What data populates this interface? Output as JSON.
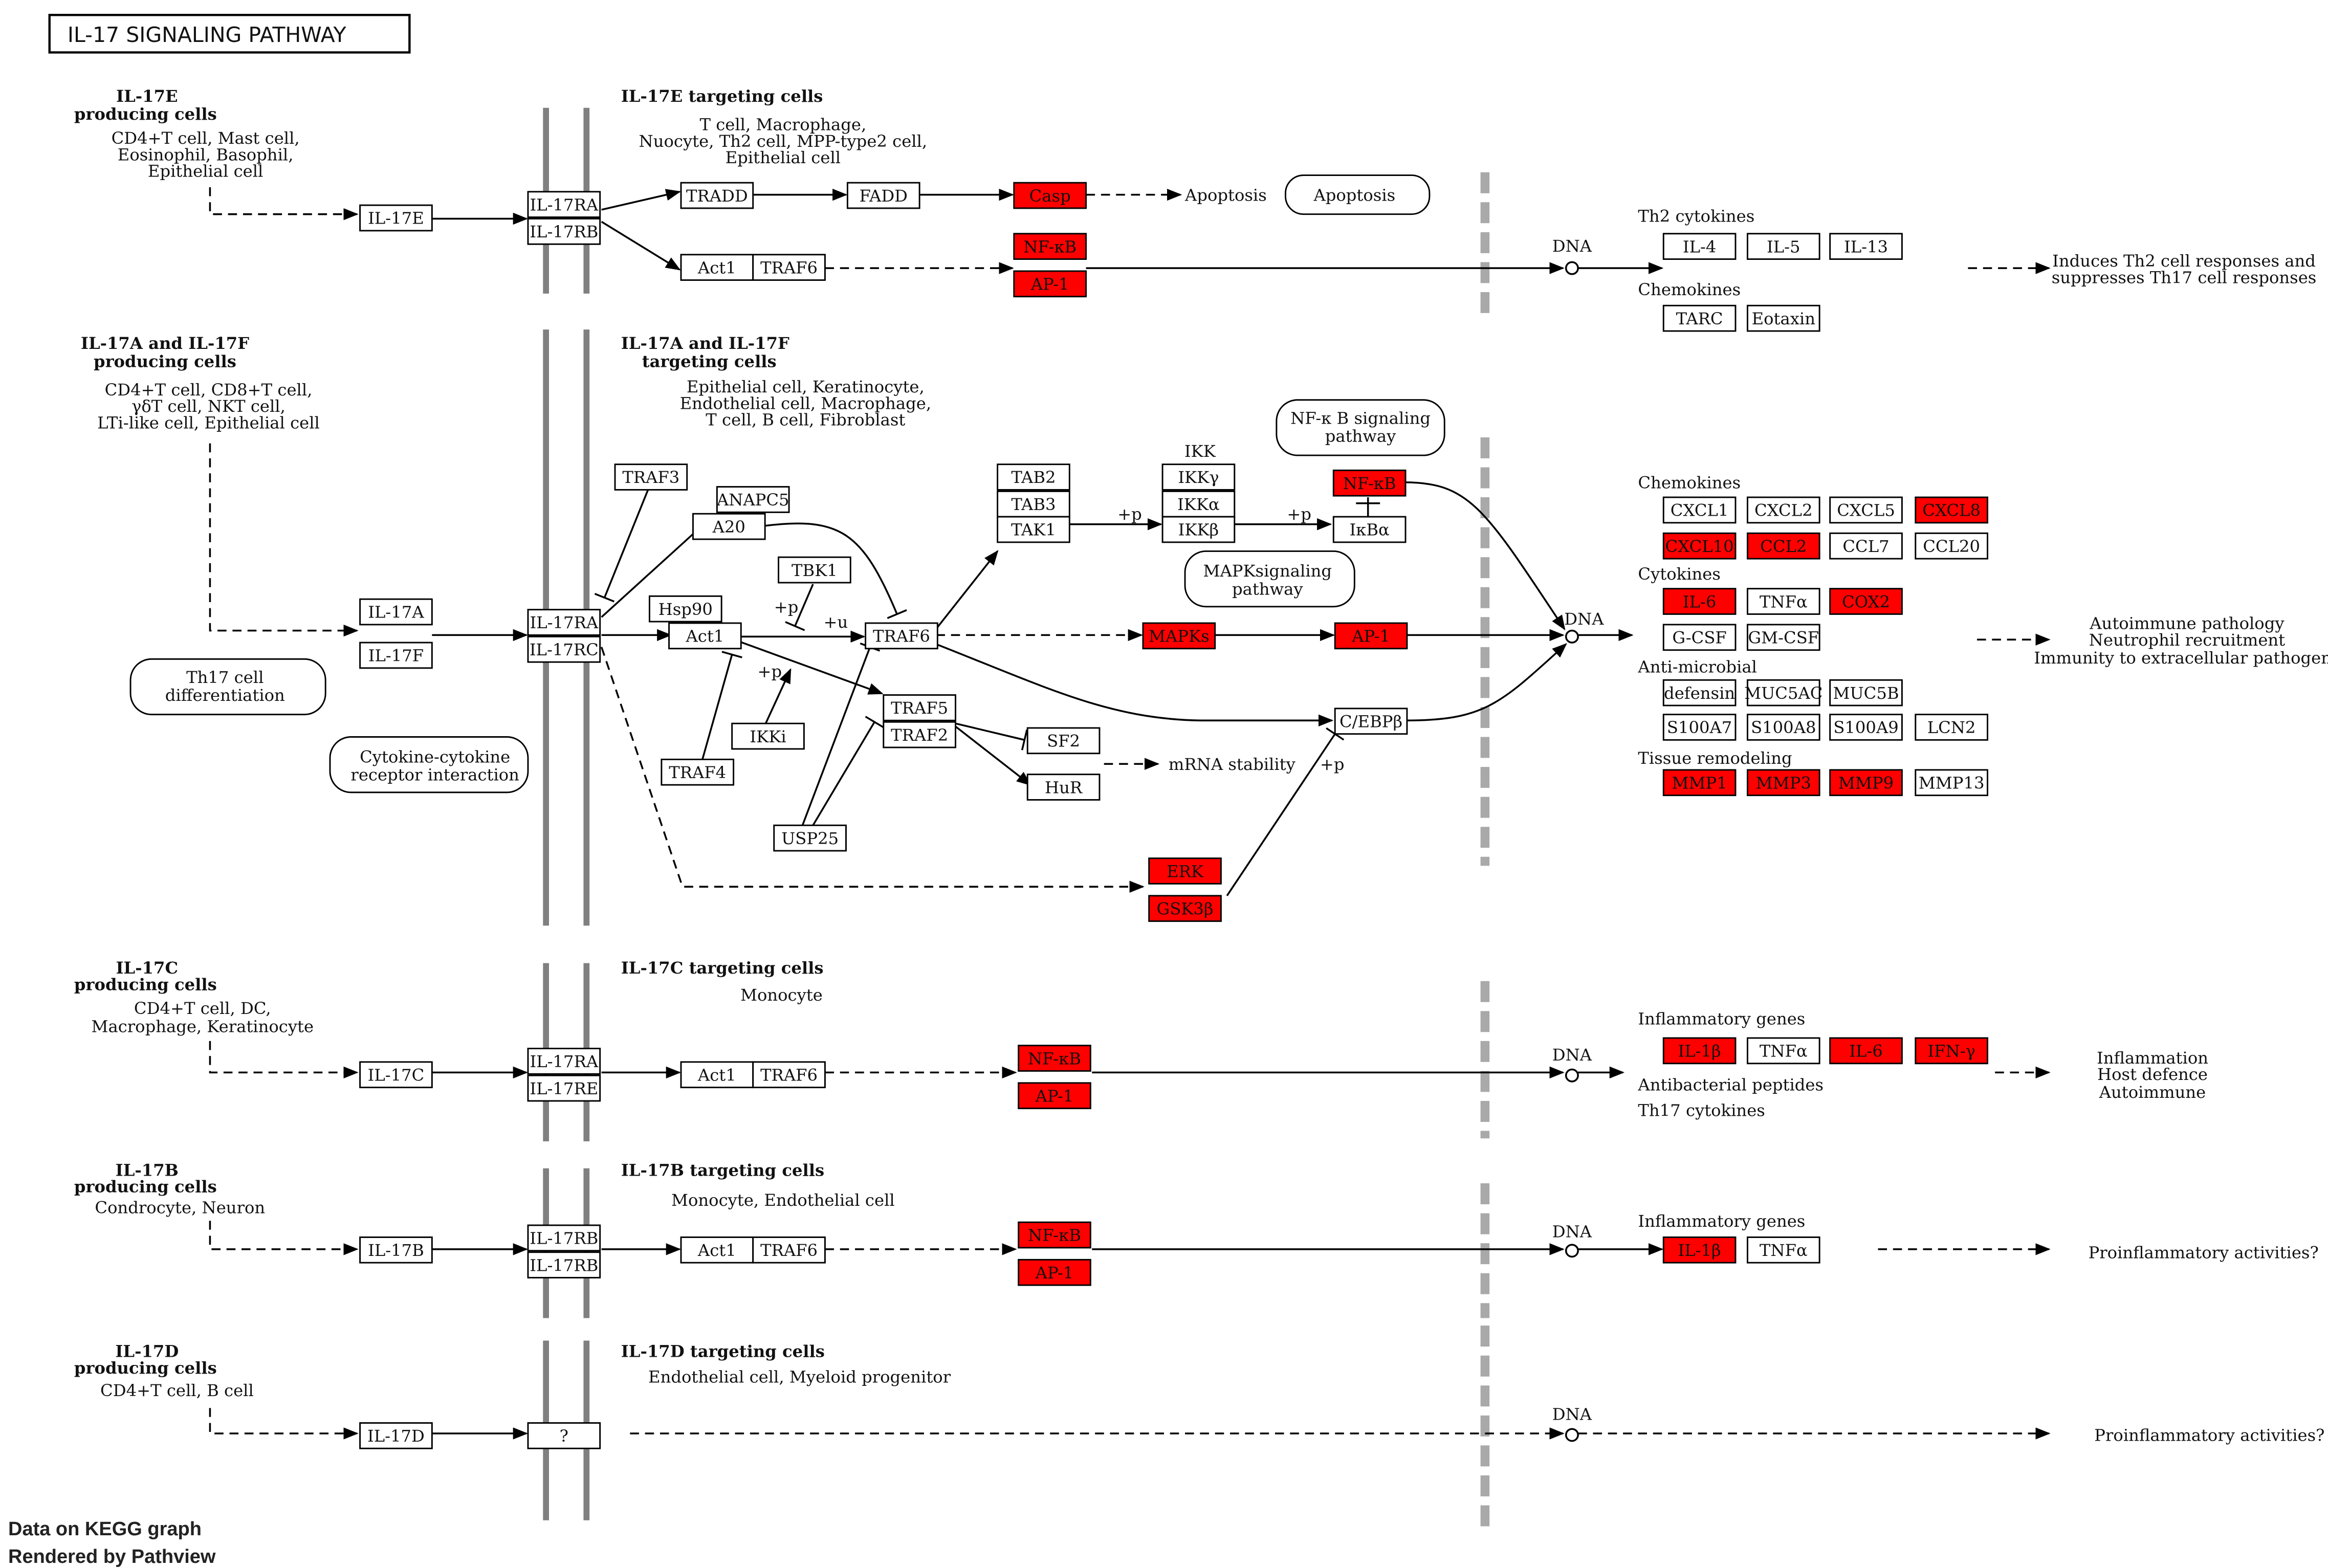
{
  "title": "IL-17 SIGNALING PATHWAY",
  "footer": {
    "line1": "Data on KEGG graph",
    "line2": "Rendered by Pathview"
  },
  "colors": {
    "highlight": "#ff0000",
    "box_border": "#000000",
    "membrane": "#808080",
    "dashed_divider": "#a9a9a9"
  },
  "labels": {
    "e_prod_h1": "IL-17E",
    "e_prod_h2": "producing cells",
    "e_prod_1": "CD4+T cell, Mast cell,",
    "e_prod_2": "Eosinophil, Basophil,",
    "e_prod_3": "Epithelial cell",
    "e_tgt_h": "IL-17E targeting cells",
    "e_tgt_1": "T cell, Macrophage,",
    "e_tgt_2": "Nuocyte, Th2 cell, MPP-type2 cell,",
    "e_tgt_3": "Epithelial cell",
    "af_prod_h1": "IL-17A and IL-17F",
    "af_prod_h2": "producing cells",
    "af_prod_1": "CD4+T cell, CD8+T cell,",
    "af_prod_2": "γδT cell, NKT cell,",
    "af_prod_3": "LTi-like cell, Epithelial cell",
    "af_tgt_h1": "IL-17A and IL-17F",
    "af_tgt_h2": "targeting cells",
    "af_tgt_1": "Epithelial cell, Keratinocyte,",
    "af_tgt_2": "Endothelial cell, Macrophage,",
    "af_tgt_3": "T cell, B cell, Fibroblast",
    "c_prod_h1": "IL-17C",
    "c_prod_h2": "producing cells",
    "c_prod_1": "CD4+T cell, DC,",
    "c_prod_2": "Macrophage, Keratinocyte",
    "c_tgt_h": "IL-17C targeting cells",
    "c_tgt_1": "Monocyte",
    "b_prod_h1": "IL-17B",
    "b_prod_h2": "producing cells",
    "b_prod_1": "Condrocyte, Neuron",
    "b_tgt_h": "IL-17B targeting cells",
    "b_tgt_1": "Monocyte, Endothelial cell",
    "d_prod_h1": "IL-17D",
    "d_prod_h2": "producing cells",
    "d_prod_1": "CD4+T cell, B cell",
    "d_tgt_h": "IL-17D targeting cells",
    "d_tgt_1": "Endothelial cell, Myeloid progenitor",
    "apoptosis": "Apoptosis",
    "dna": "DNA",
    "th2_cytokines": "Th2 cytokines",
    "chemokines": "Chemokines",
    "cytokines": "Cytokines",
    "anti_microbial": "Anti-microbial",
    "tissue_remodeling": "Tissue remodeling",
    "inflammatory_genes": "Inflammatory genes",
    "antibacterial": "Antibacterial peptides",
    "th17_cytokines": "Th17 cytokines",
    "th2_out_1": "Induces Th2 cell responses and",
    "th2_out_2": "suppresses Th17 cell responses",
    "auto_1": "Autoimmune pathology",
    "auto_2": "Neutrophil recruitment",
    "auto_3": "Immunity to extracellular pathogens",
    "infl_1": "Inflammation",
    "infl_2": "Host defence",
    "infl_3": "Autoimmune",
    "proinf": "Proinflammatory activities?",
    "mrna": "mRNA stability",
    "ikk": "IKK",
    "plus_p": "+p",
    "plus_u": "+u"
  },
  "map_labels": {
    "apoptosis_map": "Apoptosis",
    "nfkb_map_1": "NF-κ B signaling",
    "nfkb_map_2": "pathway",
    "mapk_map_1": "MAPKsignaling",
    "mapk_map_2": "pathway",
    "th17_map_1": "Th17 cell",
    "th17_map_2": "differentiation",
    "cyto_map_1": "Cytokine-cytokine",
    "cyto_map_2": "receptor interaction"
  },
  "genes": {
    "IL17E": "IL-17E",
    "IL17RA_1": "IL-17RA",
    "IL17RB_1": "IL-17RB",
    "TRADD": "TRADD",
    "FADD": "FADD",
    "CASP": "Casp",
    "ACT1_1": "Act1",
    "TRAF6_1": "TRAF6",
    "NFKB_1": "NF-κB",
    "AP1_1": "AP-1",
    "IL4": "IL-4",
    "IL5": "IL-5",
    "IL13": "IL-13",
    "TARC": "TARC",
    "EOTAXIN": "Eotaxin",
    "IL17A": "IL-17A",
    "IL17F": "IL-17F",
    "IL17RA_2": "IL-17RA",
    "IL17RC": "IL-17RC",
    "TRAF3": "TRAF3",
    "ANAPC5": "ANAPC5",
    "A20": "A20",
    "HSP90": "Hsp90",
    "ACT1_2": "Act1",
    "TBK1": "TBK1",
    "TRAF6_2": "TRAF6",
    "IKKI": "IKKi",
    "TRAF4": "TRAF4",
    "USP25": "USP25",
    "TRAF5": "TRAF5",
    "TRAF2": "TRAF2",
    "SF2": "SF2",
    "HUR": "HuR",
    "TAB2": "TAB2",
    "TAB3": "TAB3",
    "TAK1": "TAK1",
    "IKKG": "IKKγ",
    "IKKA": "IKKα",
    "IKKB": "IKKβ",
    "NFKB_2": "NF-κB",
    "IKBA": "IκBα",
    "MAPKS": "MAPKs",
    "AP1_2": "AP-1",
    "CEBPB": "C/EBPβ",
    "ERK": "ERK",
    "GSK3B": "GSK3β",
    "CXCL1": "CXCL1",
    "CXCL2": "CXCL2",
    "CXCL5": "CXCL5",
    "CXCL8": "CXCL8",
    "CXCL10": "CXCL10",
    "CCL2": "CCL2",
    "CCL7": "CCL7",
    "CCL20": "CCL20",
    "IL6_1": "IL-6",
    "TNFA_1": "TNFα",
    "COX2": "COX2",
    "GCSF": "G-CSF",
    "GMCSF": "GM-CSF",
    "DEFENSIN": "defensin",
    "MUC5AC": "MUC5AC",
    "MUC5B": "MUC5B",
    "S100A7": "S100A7",
    "S100A8": "S100A8",
    "S100A9": "S100A9",
    "LCN2": "LCN2",
    "MMP1": "MMP1",
    "MMP3": "MMP3",
    "MMP9": "MMP9",
    "MMP13": "MMP13",
    "IL17C": "IL-17C",
    "IL17RA_3": "IL-17RA",
    "IL17RE": "IL-17RE",
    "ACT1_3": "Act1",
    "TRAF6_3": "TRAF6",
    "NFKB_3": "NF-κB",
    "AP1_3": "AP-1",
    "IL1B_1": "IL-1β",
    "TNFA_2": "TNFα",
    "IL6_2": "IL-6",
    "IFNG": "IFN-γ",
    "IL17B": "IL-17B",
    "IL17RB_2": "IL-17RB",
    "IL17RB_3": "IL-17RB",
    "ACT1_4": "Act1",
    "TRAF6_4": "TRAF6",
    "NFKB_4": "NF-κB",
    "AP1_4": "AP-1",
    "IL1B_2": "IL-1β",
    "TNFA_3": "TNFα",
    "IL17D": "IL-17D",
    "UNKNOWN": "?"
  },
  "highlighted_genes": [
    "CASP",
    "NFKB_1",
    "AP1_1",
    "NFKB_2",
    "MAPKS",
    "AP1_2",
    "ERK",
    "GSK3B",
    "CXCL8",
    "CXCL10",
    "CCL2",
    "IL6_1",
    "COX2",
    "MMP1",
    "MMP3",
    "MMP9",
    "NFKB_3",
    "AP1_3",
    "IL1B_1",
    "IL6_2",
    "IFNG",
    "NFKB_4",
    "AP1_4",
    "IL1B_2"
  ]
}
